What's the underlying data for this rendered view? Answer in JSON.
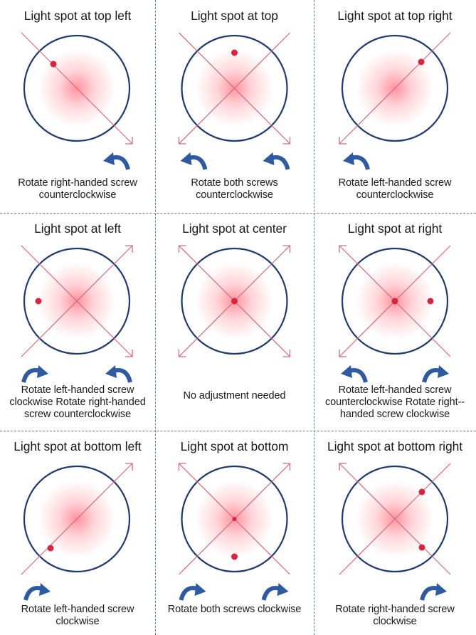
{
  "colors": {
    "circle": "#1f3a6b",
    "axis": "#d46a7e",
    "dot": "#d7263d",
    "arrow": "#2f5aa0",
    "glow": "#ff3b4f",
    "divider": "#6b7a90"
  },
  "cells": [
    {
      "title": "Light spot at top left",
      "caption": "Rotate right-handed screw counterclockwise",
      "axes": [
        "tl-br"
      ],
      "arrowheads": [
        "br"
      ],
      "dots": [
        "tl-high"
      ],
      "rotate_icons": [
        {
          "side": "right",
          "direction": "counterclockwise",
          "icon": "counterclockwise-arrow-icon"
        }
      ]
    },
    {
      "title": "Light spot at top",
      "caption": "Rotate both screws counterclockwise",
      "axes": [
        "tl-br",
        "tr-bl"
      ],
      "arrowheads": [
        "br",
        "bl"
      ],
      "dots": [
        "top"
      ],
      "rotate_icons": [
        {
          "side": "left",
          "direction": "counterclockwise",
          "icon": "counterclockwise-arrow-icon"
        },
        {
          "side": "right",
          "direction": "counterclockwise",
          "icon": "counterclockwise-arrow-icon"
        }
      ]
    },
    {
      "title": "Light spot at top right",
      "caption": "Rotate left-handed screw counterclockwise",
      "axes": [
        "tr-bl"
      ],
      "arrowheads": [
        "bl"
      ],
      "dots": [
        "tr-high"
      ],
      "rotate_icons": [
        {
          "side": "left",
          "direction": "counterclockwise",
          "icon": "counterclockwise-arrow-icon"
        }
      ]
    },
    {
      "title": "Light spot at left",
      "caption": "Rotate left-handed screw clockwise Rotate right-handed screw counterclockwise",
      "axes": [
        "tl-br",
        "tr-bl"
      ],
      "arrowheads": [
        "tr",
        "br"
      ],
      "dots": [
        "left"
      ],
      "rotate_icons": [
        {
          "side": "left",
          "direction": "clockwise",
          "icon": "clockwise-arrow-icon"
        },
        {
          "side": "right",
          "direction": "counterclockwise",
          "icon": "counterclockwise-arrow-icon"
        }
      ]
    },
    {
      "title": "Light spot at center",
      "caption": "No adjustment needed",
      "axes": [
        "tl-br",
        "tr-bl"
      ],
      "arrowheads": [
        "tl",
        "tr",
        "bl",
        "br"
      ],
      "dots": [
        "center"
      ],
      "rotate_icons": []
    },
    {
      "title": "Light spot at right",
      "caption": "Rotate left-handed screw counterclockwise Rotate right--handed screw clockwise",
      "axes": [
        "tl-br",
        "tr-bl"
      ],
      "arrowheads": [
        "tl",
        "bl"
      ],
      "dots": [
        "center",
        "right"
      ],
      "rotate_icons": [
        {
          "side": "left",
          "direction": "counterclockwise",
          "icon": "counterclockwise-arrow-icon"
        },
        {
          "side": "right",
          "direction": "clockwise",
          "icon": "clockwise-arrow-icon"
        }
      ]
    },
    {
      "title": "Light spot at bottom left",
      "caption": "Rotate left-handed screw clockwise",
      "axes": [
        "tr-bl"
      ],
      "arrowheads": [
        "tr"
      ],
      "dots": [
        "bl-low"
      ],
      "rotate_icons": [
        {
          "side": "left",
          "direction": "clockwise",
          "icon": "clockwise-arrow-icon"
        }
      ]
    },
    {
      "title": "Light spot at bottom",
      "caption": "Rotate both screws clockwise",
      "axes": [
        "tl-br",
        "tr-bl"
      ],
      "arrowheads": [
        "tl",
        "tr"
      ],
      "dots": [
        "center-small",
        "bottom"
      ],
      "rotate_icons": [
        {
          "side": "left",
          "direction": "clockwise",
          "icon": "clockwise-arrow-icon"
        },
        {
          "side": "right",
          "direction": "clockwise",
          "icon": "clockwise-arrow-icon"
        }
      ]
    },
    {
      "title": "Light spot at bottom right",
      "caption": "Rotate right-handed screw clockwise",
      "axes": [
        "tl-br",
        "tr-bl"
      ],
      "arrowheads": [
        "tl"
      ],
      "dots": [
        "tr-mid",
        "br-low"
      ],
      "rotate_icons": [
        {
          "side": "right",
          "direction": "clockwise",
          "icon": "clockwise-arrow-icon"
        }
      ]
    }
  ]
}
